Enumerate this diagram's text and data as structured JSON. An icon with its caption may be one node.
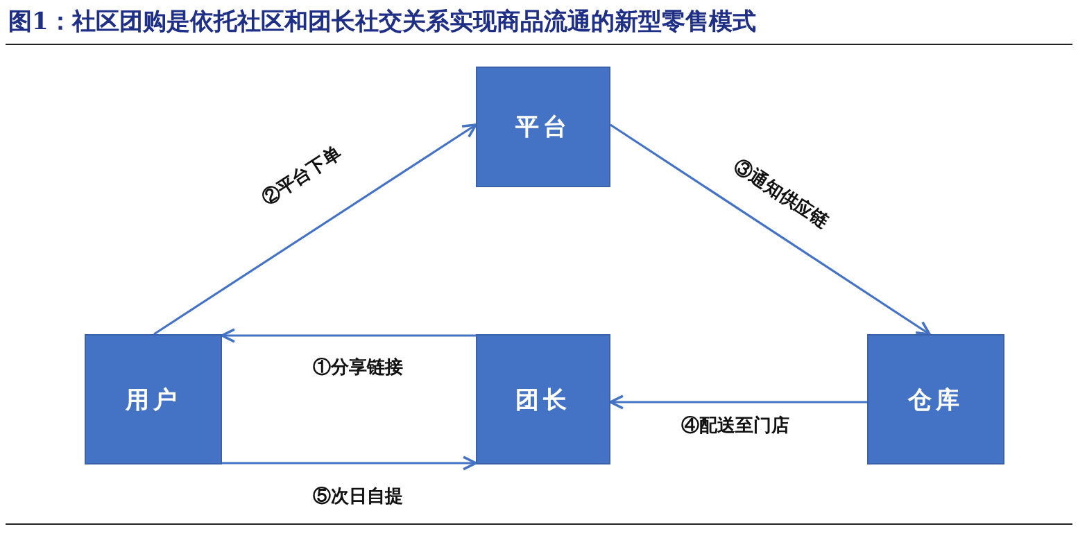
{
  "diagram": {
    "title": "图1：社区团购是依托社区和团长社交关系实现商品流通的新型零售模式",
    "nodes": [
      {
        "text": [
          "平台"
        ]
      },
      {
        "text": [
          "用户"
        ]
      },
      {
        "text": [
          "团长"
        ]
      },
      {
        "text": [
          "仓库"
        ]
      }
    ],
    "edges": [
      {
        "from": 1,
        "to": 0,
        "arrow": "to",
        "label": "②平台下单"
      },
      {
        "from": 0,
        "to": 3,
        "arrow": "to",
        "label": "③通知供应链"
      },
      {
        "from": 3,
        "to": 2,
        "arrow": "to",
        "label": "④配送至门店"
      },
      {
        "from": 2,
        "to": 1,
        "arrow": "to",
        "label": "①分享链接"
      },
      {
        "from": 1,
        "to": 2,
        "arrow": "to",
        "label": "⑤次日自提"
      }
    ]
  }
}
